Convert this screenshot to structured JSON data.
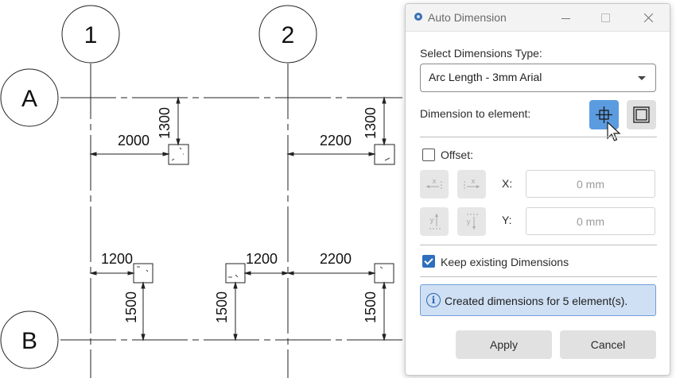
{
  "drawing": {
    "grid_columns": [
      "1",
      "2"
    ],
    "grid_rows": [
      "A",
      "B"
    ],
    "dimensions": {
      "a1_horizontal": "2000",
      "a1_vertical": "1300",
      "a2_horizontal": "2200",
      "a2_vertical": "1300",
      "b1_horizontal": "1200",
      "b1_vertical": "1500",
      "b2_left_horizontal": "1200",
      "b2_left_vertical": "1500",
      "b2_right_horizontal": "2200",
      "b2_right_vertical": "1500"
    }
  },
  "dialog": {
    "title": "Auto Dimension",
    "select_label": "Select Dimensions Type:",
    "select_value": "Arc Length - 3mm Arial",
    "element_label": "Dimension to element:",
    "offset_label": "Offset:",
    "offset_checked": false,
    "x_label": "X:",
    "x_value": "0 mm",
    "y_label": "Y:",
    "y_value": "0 mm",
    "keep_label": "Keep existing Dimensions",
    "keep_checked": true,
    "info_icon": "i",
    "info_text": "Created dimensions for 5 element(s).",
    "apply_label": "Apply",
    "cancel_label": "Cancel",
    "accent_color": "#5b9bdf"
  }
}
